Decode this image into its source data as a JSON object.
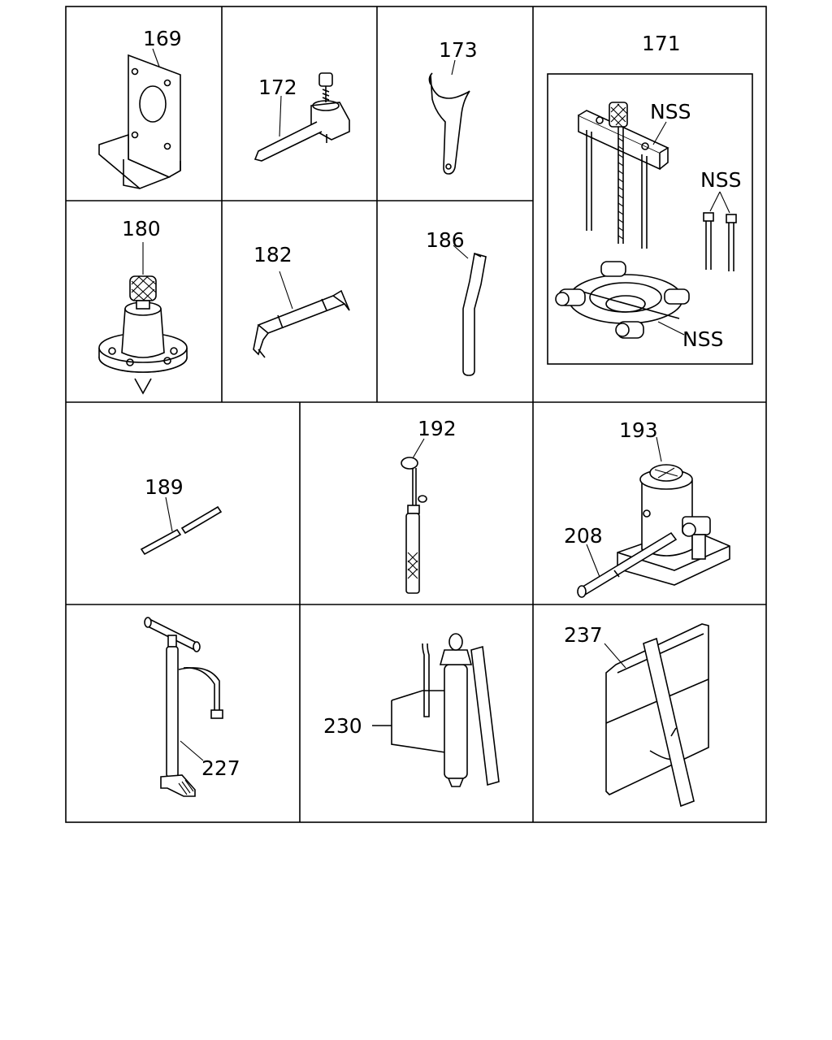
{
  "labels": {
    "p169": "169",
    "p172": "172",
    "p173": "173",
    "p171": "171",
    "nss_a": "NSS",
    "nss_b": "NSS",
    "nss_c": "NSS",
    "p180": "180",
    "p182": "182",
    "p186": "186",
    "p189": "189",
    "p192": "192",
    "p193": "193",
    "p208": "208",
    "p227": "227",
    "p230": "230",
    "p237": "237"
  }
}
